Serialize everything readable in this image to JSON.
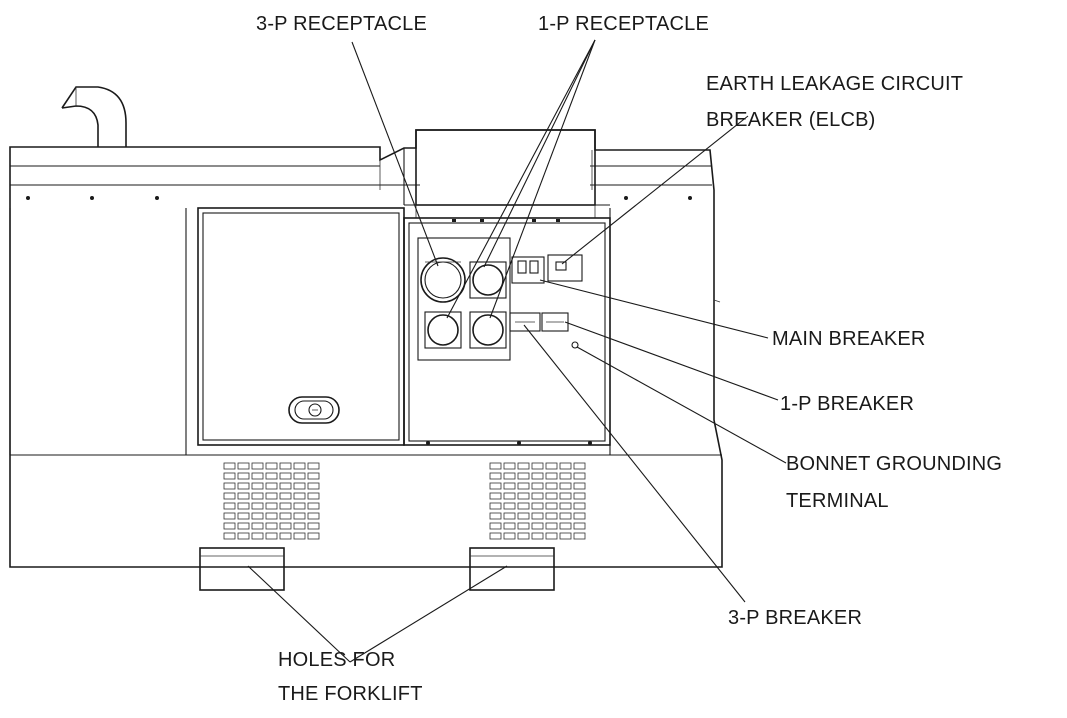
{
  "labels": {
    "three_p_receptacle": "3-P RECEPTACLE",
    "one_p_receptacle": "1-P RECEPTACLE",
    "elcb_line1": "EARTH LEAKAGE CIRCUIT",
    "elcb_line2": "BREAKER (ELCB)",
    "main_breaker": "MAIN BREAKER",
    "one_p_breaker": "1-P BREAKER",
    "bonnet_line1": "BONNET GROUNDING",
    "bonnet_line2": "TERMINAL",
    "three_p_breaker": "3-P BREAKER",
    "forklift_line1": "HOLES FOR",
    "forklift_line2": "THE FORKLIFT"
  },
  "colors": {
    "ink": "#1a1a1a",
    "background": "#ffffff"
  }
}
